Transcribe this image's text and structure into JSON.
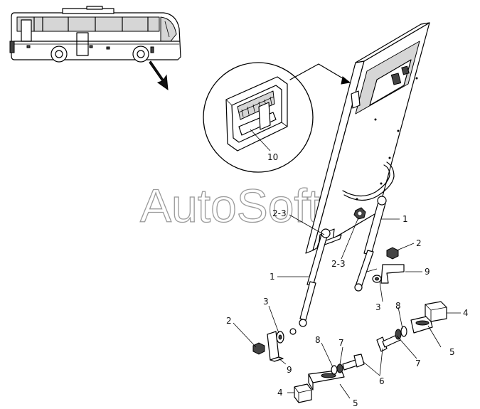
{
  "watermark": "AutoSoft",
  "callouts": {
    "c1_left": "1",
    "c1_right": "1",
    "c2_left": "2",
    "c2_right": "2",
    "c23_upper": "2-3",
    "c23_lower": "2-3",
    "c3_left": "3",
    "c3_right": "3",
    "c4_right": "4",
    "c4_bottom": "4",
    "c5_right": "5",
    "c5_bottom": "5",
    "c6": "6",
    "c7_bottom": "7",
    "c7_right": "7",
    "c8_bottom": "8",
    "c8_right": "8",
    "c9_right": "9",
    "c9_left": "9",
    "c10": "10"
  }
}
